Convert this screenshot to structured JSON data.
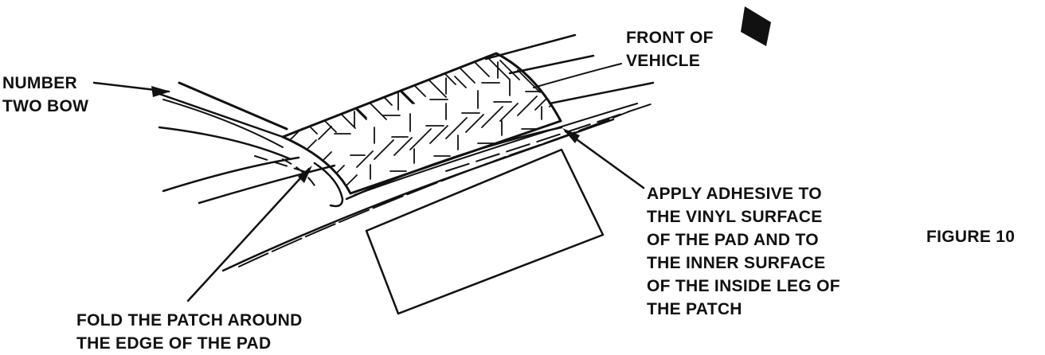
{
  "labels": {
    "front_of_vehicle": [
      "FRONT OF",
      "VEHICLE"
    ],
    "number_two_bow": [
      "NUMBER",
      "TWO BOW"
    ],
    "apply_adhesive": [
      "APPLY ADHESIVE TO",
      "THE VINYL SURFACE",
      "OF THE PAD AND TO",
      "THE INNER SURFACE",
      "OF THE INSIDE LEG OF",
      "THE PATCH"
    ],
    "fold_patch": [
      "FOLD THE PATCH AROUND",
      "THE EDGE OF THE PAD"
    ],
    "figure_number": "FIGURE 10"
  },
  "colors": {
    "ink": "#111111",
    "paper": "#ffffff"
  }
}
